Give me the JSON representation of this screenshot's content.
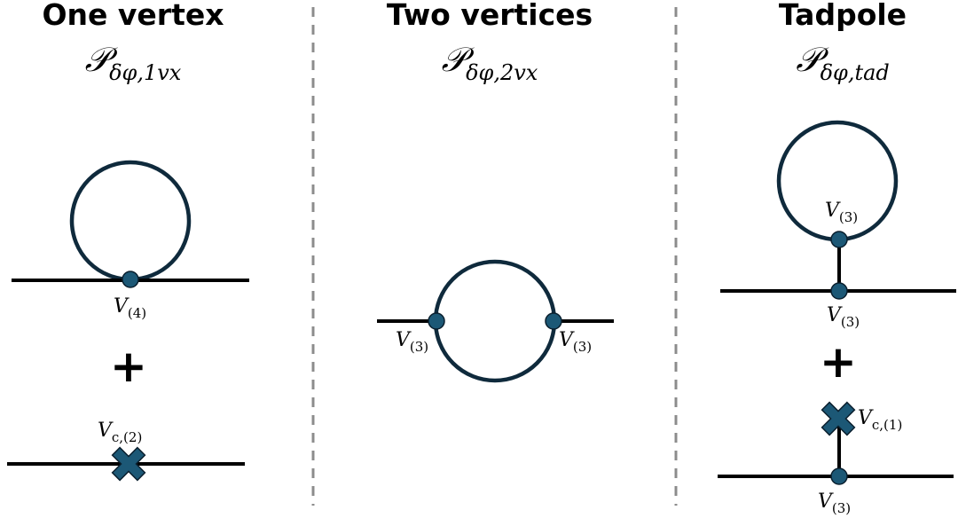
{
  "panels": [
    {
      "title": "One vertex",
      "symbol": "𝒫",
      "subscript": "δφ,1vx",
      "vertex_label": "V",
      "vertex_sub": "(4)",
      "plus": "+",
      "counter_label": "V",
      "counter_sub": "c,(2)"
    },
    {
      "title": "Two vertices",
      "symbol": "𝒫",
      "subscript": "δφ,2vx",
      "left_label": "V",
      "left_sub": "(3)",
      "right_label": "V",
      "right_sub": "(3)"
    },
    {
      "title": "Tadpole",
      "symbol": "𝒫",
      "subscript": "δφ,tad",
      "loop_vertex_label": "V",
      "loop_vertex_sub": "(3)",
      "line_vertex_label": "V",
      "line_vertex_sub": "(3)",
      "plus": "+",
      "counter_label": "V",
      "counter_sub": "c,(1)",
      "bottom_vertex_label": "V",
      "bottom_vertex_sub": "(3)"
    }
  ],
  "colors": {
    "vertex_fill": "#1c5876",
    "loop_stroke": "#0f2a3c",
    "divider": "#8c8c8c"
  }
}
